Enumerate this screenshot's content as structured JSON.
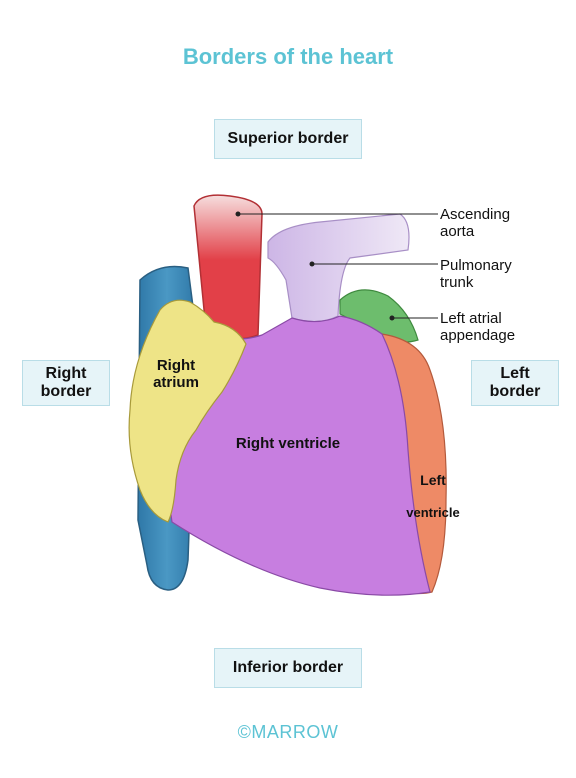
{
  "title": "Borders of the heart",
  "borders": {
    "superior": "Superior border",
    "inferior": "Inferior border",
    "right": "Right\nborder",
    "left": "Left\nborder"
  },
  "structures": {
    "ascending_aorta": "Ascending\naorta",
    "pulmonary_trunk": "Pulmonary\ntrunk",
    "left_atrial_appendage": "Left atrial\nappendage",
    "right_atrium": "Right\natrium",
    "right_ventricle": "Right ventricle",
    "left_ventricle_1": "Left",
    "left_ventricle_2": "ventricle"
  },
  "footer": "©MARROW",
  "colors": {
    "title": "#5cc3d4",
    "right_atrium": "#eee487",
    "right_ventricle": "#c77ee0",
    "left_ventricle": "#ee8a66",
    "left_atrial_appendage": "#6dbd6d",
    "aorta": "#e24048",
    "pulmonary_trunk": "#ddd0ec",
    "vena_cava": "#3a86b4"
  }
}
